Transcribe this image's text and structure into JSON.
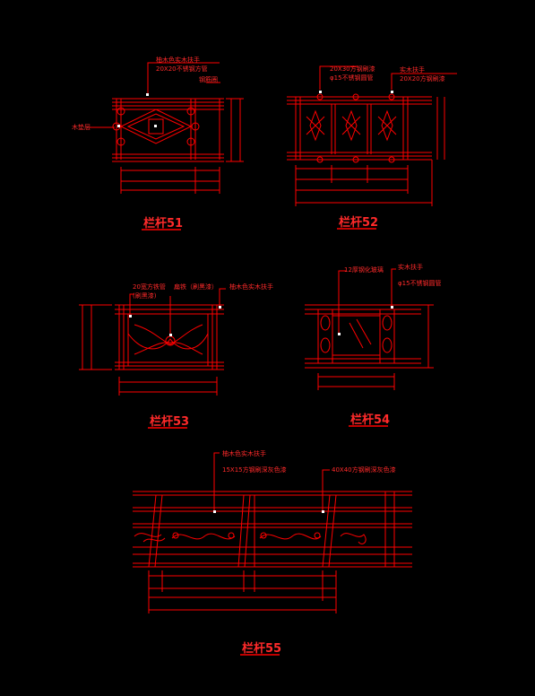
{
  "colors": {
    "background": "#000000",
    "line": "#ff0000",
    "text": "#ff2a2a",
    "marker": "#ffffff"
  },
  "drawings": [
    {
      "title": "栏杆51",
      "labels": [
        "柚木色实木扶手",
        "20X20不锈钢方管",
        "钢筋圈",
        "木垫层"
      ]
    },
    {
      "title": "栏杆52",
      "labels": [
        "20X30方钢刷漆",
        "φ15不锈钢圆管",
        "实木扶手",
        "20X20方钢刷漆"
      ]
    },
    {
      "title": "栏杆53",
      "labels": [
        "20宽方铁管",
        "(刷黑漆)",
        "扁铁（刷黑漆）",
        "柚木色实木扶手"
      ]
    },
    {
      "title": "栏杆54",
      "labels": [
        "12厚钢化玻璃",
        "实木扶手",
        "φ15不锈钢圆管"
      ]
    },
    {
      "title": "栏杆55",
      "labels": [
        "柚木色实木扶手",
        "15X15方钢刷深灰色漆",
        "40X40方钢刷深灰色漆"
      ]
    }
  ]
}
